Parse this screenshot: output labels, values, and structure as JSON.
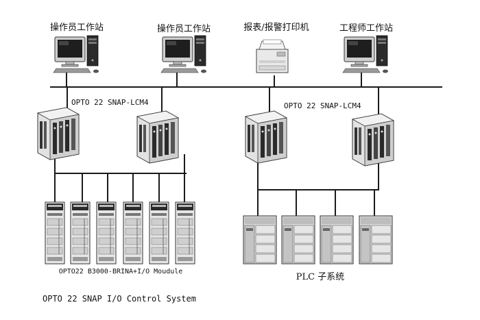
{
  "workstations": [
    {
      "label": "操作员工作站"
    },
    {
      "label": "操作员工作站"
    },
    {
      "label": "报表/报警打印机"
    },
    {
      "label": "工程师工作站"
    }
  ],
  "network_labels": [
    {
      "label": "OPTO 22 SNAP-LCM4"
    },
    {
      "label": "OPTO 22 SNAP-LCM4"
    }
  ],
  "io_group_label": "OPTO22 B3000-BRINA+I/O Moudule",
  "plc_group_label": "PLC 子系统",
  "system_title": "OPTO 22 SNAP I/O Control System",
  "icons": {
    "computer": "desktop-computer-icon",
    "printer": "laser-printer-icon",
    "controller": "snap-lcm4-controller-icon",
    "io_module": "io-module-rack-icon",
    "plc": "plc-rack-icon"
  },
  "colors": {
    "line": "#1a1a1a",
    "device_body": "#d9d9d9",
    "device_dark": "#3a3a3a",
    "background": "#ffffff"
  }
}
